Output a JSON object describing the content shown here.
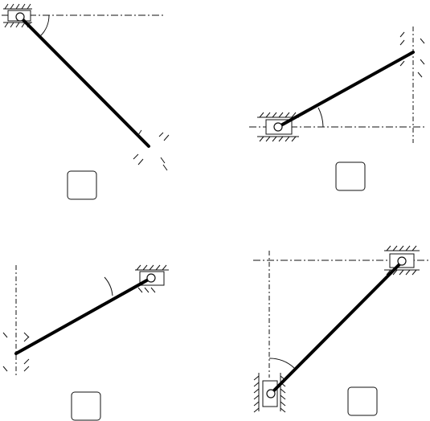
{
  "figures": [
    {
      "id": "a",
      "label": ""
    },
    {
      "id": "b",
      "label": ""
    },
    {
      "id": "c",
      "label": ""
    },
    {
      "id": "d",
      "label": ""
    }
  ]
}
